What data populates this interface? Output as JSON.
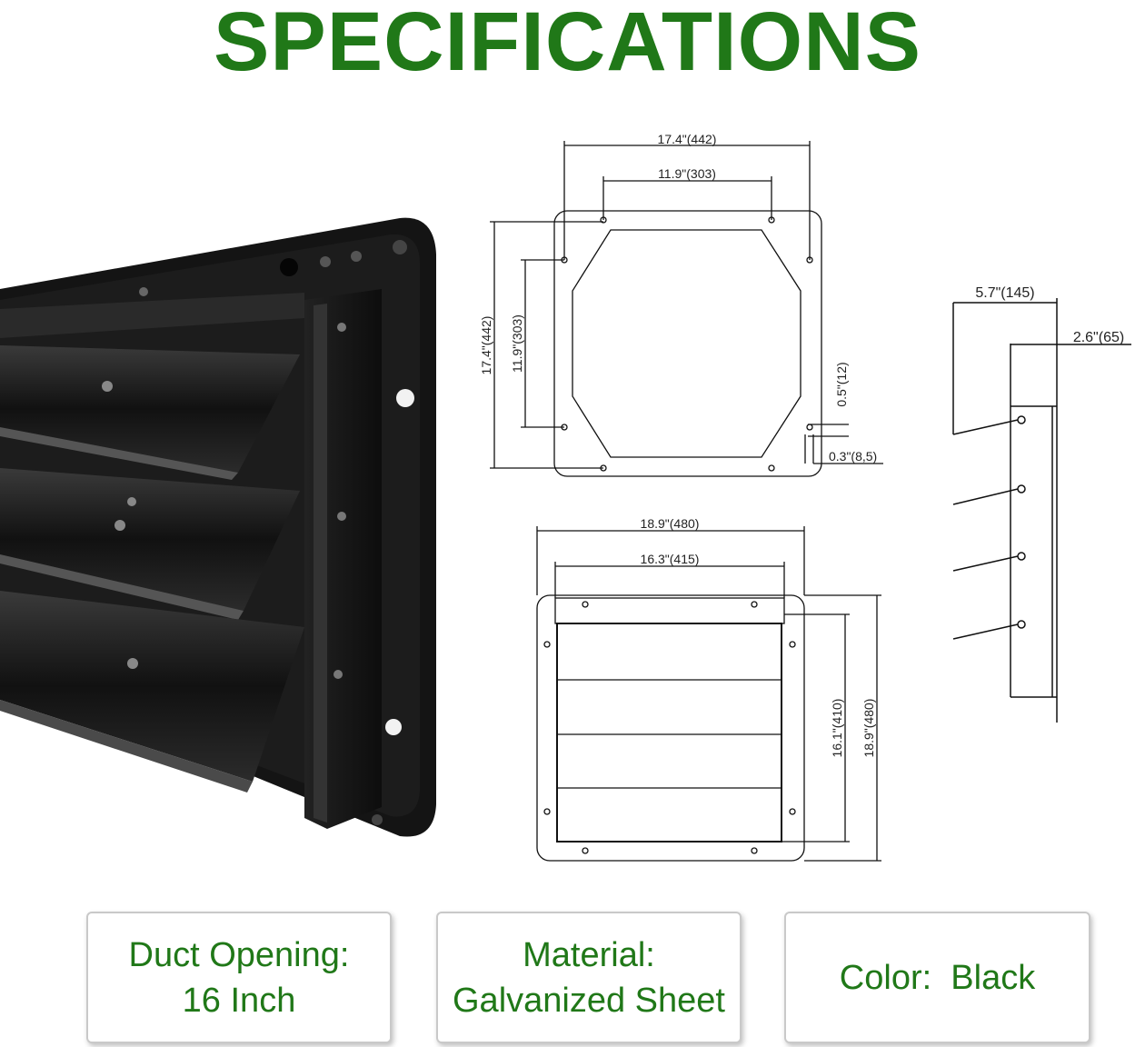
{
  "title": "SPECIFICATIONS",
  "diagram": {
    "front_view": {
      "width_outer": "17.4\"(442)",
      "width_holes": "11.9\"(303)",
      "height_outer": "17.4\"(442)",
      "height_holes": "11.9\"(303)",
      "hole_offset_y": "0.5\"(12)",
      "hole_offset_x": "0.3\"(8,5)"
    },
    "shutter_view": {
      "width_outer": "18.9\"(480)",
      "width_inner": "16.3\"(415)",
      "height_inner": "16.1\"(410)",
      "height_outer": "18.9\"(480)"
    },
    "side_view": {
      "depth": "5.7\"(145)",
      "flange": "2.6\"(65)"
    }
  },
  "cards": [
    {
      "line1": "Duct Opening:",
      "line2": "16 Inch"
    },
    {
      "line1": "Material:",
      "line2": "Galvanized Sheet"
    },
    {
      "line1": "Color:  Black"
    }
  ],
  "colors": {
    "accent": "#207818",
    "product": "#1a1a1a"
  }
}
